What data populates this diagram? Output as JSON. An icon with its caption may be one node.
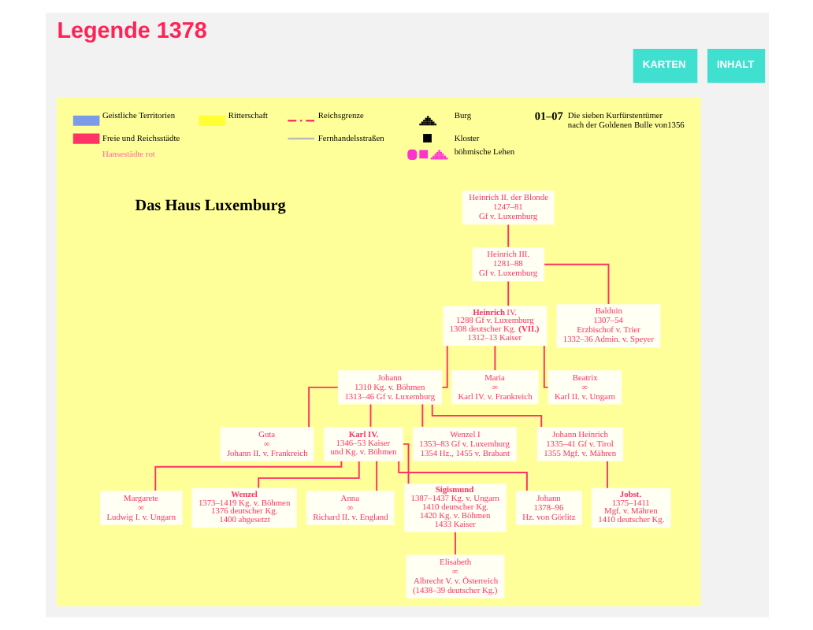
{
  "diagram": {
    "title": "Legende 1378",
    "nodes": [
      {
        "text": [],
        "shape": "box"
      },
      {
        "text": [
          "Heinrich II. der Blonde",
          "1247–81",
          "Gf v. Luxemburg"
        ],
        "in": 0
      },
      {
        "text": [
          "Heinrich III.",
          "1281–88",
          "Gf v. Luxemburg"
        ],
        "in": 0
      },
      {
        "text": [
          "**Heinrich** IV.",
          "1288 Gf v. Luxemburg",
          "1308 deutscher Kg. **(VII.)**",
          "1312–13 Kaiser"
        ],
        "in": 0
      },
      {
        "text": [
          "Balduin",
          "1307–54",
          "Erzbischof v. Trier",
          "1332–36 Admin. v. Speyer"
        ],
        "in": 0
      },
      {
        "text": [
          "Johann",
          "1310 Kg. v. Böhmen",
          "1313–46 Gf v. Luxemburg"
        ],
        "in": 0
      },
      {
        "text": [
          "Maria",
          "∞",
          "Karl IV. v. Frankreich"
        ],
        "in": 0
      },
      {
        "text": [
          "Beatrix",
          "∞",
          "Karl II. v. Ungarn"
        ],
        "in": 0
      },
      {
        "text": [
          "Guta",
          "∞",
          "Johann II. v. Frankreich"
        ],
        "in": 0
      },
      {
        "text": [
          "Karl IV.",
          "1346–53 Kaiser",
          "und Kg. v. Böhmen"
        ],
        "in": 0
      },
      {
        "text": [
          "Wenzel I",
          "1353–83 Gf v. Luxemburg",
          "1354 Hz., 1455 v. Brabant"
        ],
        "in": 0
      },
      {
        "text": [
          "Johann Heinrich",
          "1335–41 Gf v. Tirol",
          "1355 Mgf. v. Mähren"
        ],
        "in": 0
      },
      {
        "text": [
          "Margarete",
          "∞",
          "Ludwig I. v. Ungarn"
        ],
        "in": 0
      },
      {
        "text": [
          "Wenzel",
          "1373–1419 Kg. v. Böhmen",
          "1376 deutscher Kg.",
          "1400 abgesetzt"
        ],
        "in": 0
      },
      {
        "text": [
          "Anna",
          "∞",
          "Richard II. v. England"
        ],
        "in": 0
      },
      {
        "text": [
          "Sigismund",
          "1387–1437 Kg. v. Ungarn",
          "1410 deutscher Kg.",
          "1420 Kg. v. Böhmen",
          "1433 Kaiser"
        ],
        "in": 0
      },
      {
        "text": [
          "Johann",
          "1378–96",
          "Hz. von Görlitz"
        ],
        "in": 0
      },
      {
        "text": [
          "Jobst.",
          "1375–1411",
          "Mgf. v. Mähren",
          "1410 deutscher Kg."
        ],
        "in": 0
      },
      {
        "text": [
          "Elisabeth",
          "∞",
          "Albrecht V. v. Österreich",
          "(1438–39 deutscher Kg.)"
        ],
        "in": 0
      }
    ],
    "edges": [
      {
        "from": 1,
        "to": 2,
        "arrow": "none"
      },
      {
        "from": 2,
        "to": 3,
        "arrow": "none"
      },
      {
        "from": 2,
        "to": 4,
        "arrow": "none"
      },
      {
        "from": 3,
        "to": 5,
        "arrow": "none"
      },
      {
        "from": 3,
        "to": 6,
        "arrow": "none"
      },
      {
        "from": 3,
        "to": 7,
        "arrow": "none"
      },
      {
        "from": 5,
        "to": 8,
        "arrow": "none"
      },
      {
        "from": 5,
        "to": 9,
        "arrow": "none"
      },
      {
        "from": 5,
        "to": 10,
        "arrow": "none"
      },
      {
        "from": 5,
        "to": 11,
        "arrow": "none"
      },
      {
        "from": 9,
        "to": 12,
        "arrow": "none"
      },
      {
        "from": 9,
        "to": 13,
        "arrow": "none"
      },
      {
        "from": 9,
        "to": 14,
        "arrow": "none"
      },
      {
        "from": 9,
        "to": 15,
        "arrow": "none"
      },
      {
        "from": 9,
        "to": 16,
        "arrow": "none"
      },
      {
        "from": 11,
        "to": 17,
        "arrow": "none"
      },
      {
        "from": 15,
        "to": 18,
        "arrow": "none"
      }
    ],
    "labels": [
      "KARTEN",
      "INHALT",
      "01–07",
      "Hansestädte rot",
      "Das Haus Luxemburg"
    ],
    "legend": [
      {
        "text": "Geistliche Territorien",
        "color": "#7b9be8"
      },
      {
        "text": "Freie und Reichsstädte",
        "color": "#ff3366"
      },
      {
        "text": "Ritterschaft",
        "color": "#ffff33"
      },
      {
        "text": "Reichsgrenze"
      },
      {
        "text": "Fernhandelsstraßen"
      },
      {
        "text": "Burg"
      },
      {
        "text": "Kloster"
      },
      {
        "text": "böhmische Lehen"
      },
      {
        "text": "Die sieben Kurfürstentümer nach der Goldenen Bulle von1356"
      }
    ]
  }
}
